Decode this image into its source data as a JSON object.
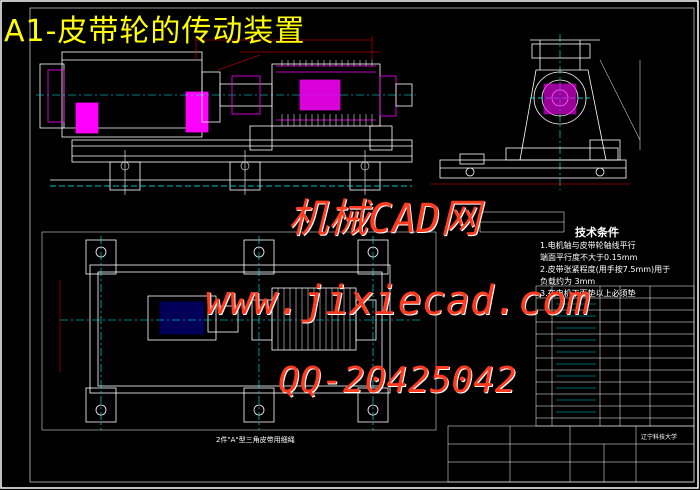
{
  "drawing": {
    "title": "A1-皮带轮的传动装置",
    "watermark": {
      "line1": "机械CAD网",
      "line2": "www.jixiecad.com",
      "line3": "QQ-20425042"
    },
    "tech_requirements": {
      "title": "技术条件",
      "lines": [
        "1.电机轴与皮带轮轴线平行",
        "端面平行度不大于0.15mm",
        "2.皮带张紧程度(用手按7.5mm)用于",
        "负载约为 3mm",
        "3.在电机下面垫以上必须垫"
      ]
    },
    "plan_caption": "2件\"A\"型三角皮带用细绳",
    "school_name": "辽宁科技大学"
  },
  "colors": {
    "background": "#000000",
    "line": "#ffffff",
    "title": "#ffff00",
    "accent": "#ff00ff",
    "center": "#00ffff",
    "dim": "#ff0000",
    "part": "#0000ff",
    "watermark": "#ff3a1e"
  }
}
